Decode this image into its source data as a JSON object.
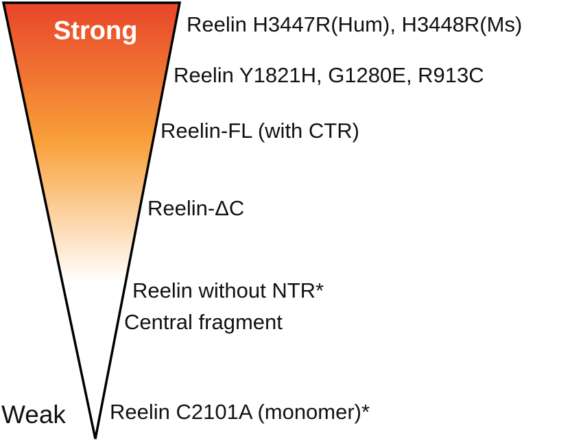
{
  "scale": {
    "high_label": "Strong",
    "low_label": "Weak",
    "colors": {
      "top": "#e8452a",
      "middle": "#f8a13a",
      "bottom": "#ffffff",
      "outline": "#000000"
    }
  },
  "items": [
    "Reelin H3447R(Hum), H3448R(Ms)",
    "Reelin Y1821H, G1280E, R913C",
    "Reelin-FL (with CTR)",
    "Reelin-ΔC",
    "Reelin without NTR*",
    "Central fragment",
    "Reelin C2101A (monomer)*"
  ]
}
